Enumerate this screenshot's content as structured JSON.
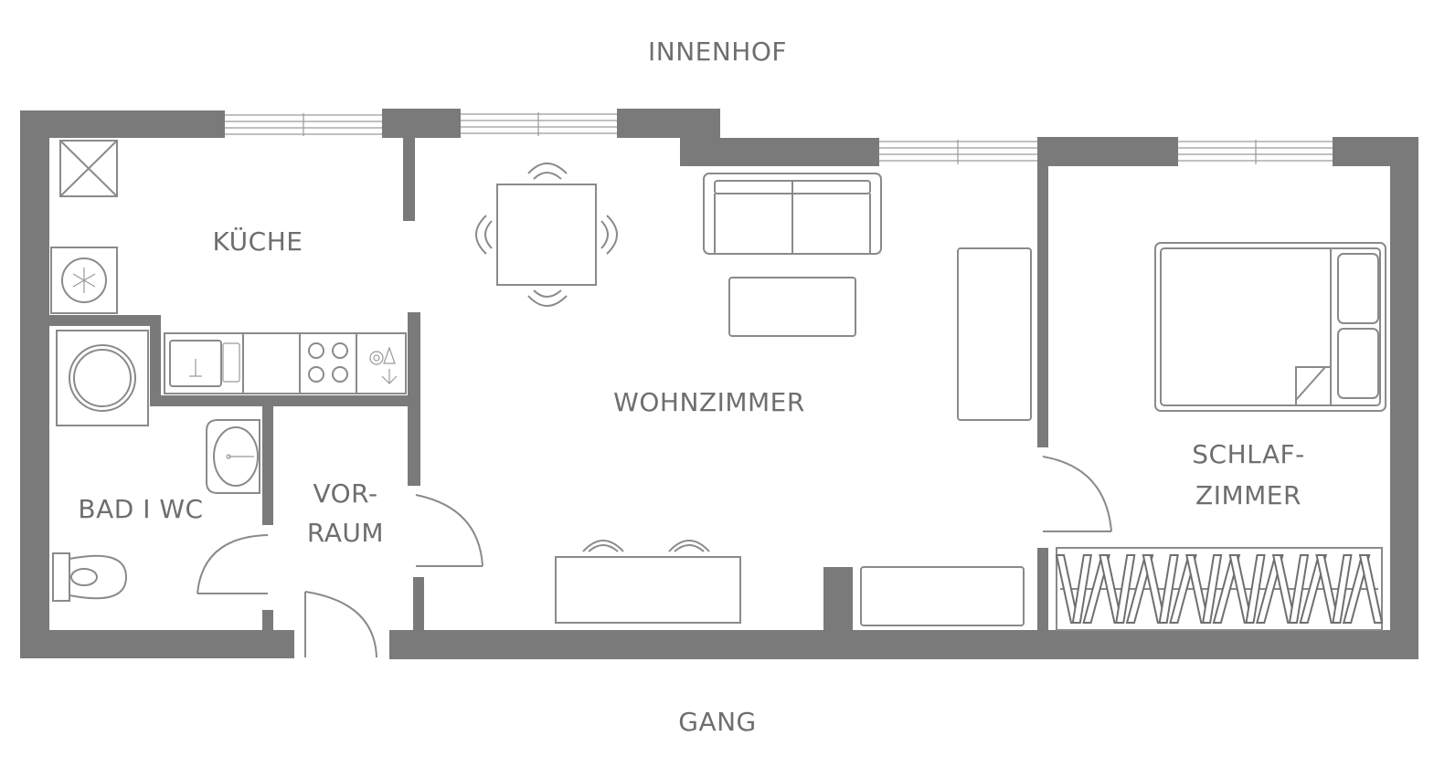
{
  "labels": {
    "top": "INNENHOF",
    "bottom": "GANG",
    "kitchen": "KÜCHE",
    "living": "WOHNZIMMER",
    "bath": "BAD I WC",
    "hall_line1": "VOR-",
    "hall_line2": "RAUM",
    "bedroom_line1": "SCHLAF-",
    "bedroom_line2": "ZIMMER"
  },
  "colors": {
    "wall": "#7a7a7a",
    "line": "#8a8a8a",
    "text": "#6e6e6e"
  }
}
